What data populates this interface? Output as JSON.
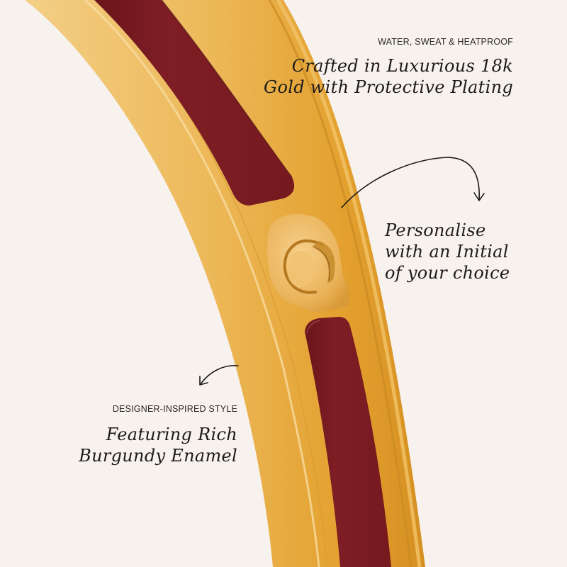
{
  "colors": {
    "background": "#f7f2ee",
    "gold_light": "#f2c97c",
    "gold_mid": "#e8aa3c",
    "gold_dark": "#c9871f",
    "enamel": "#7c1c22",
    "enamel_dark": "#641419",
    "text": "#1d1b1a"
  },
  "callouts": {
    "top": {
      "caption": "WATER, SWEAT & HEATPROOF",
      "line1": "Crafted in Luxurious 18k",
      "line2": "Gold with Protective Plating"
    },
    "middle": {
      "line1": "Personalise",
      "line2": "with an Initial",
      "line3": "of your choice"
    },
    "bottom": {
      "caption": "DESIGNER-INSPIRED STYLE",
      "line1": "Featuring Rich",
      "line2": "Burgundy Enamel"
    }
  },
  "product": {
    "name": "Gold bangle with burgundy enamel",
    "initial_clasp": "C"
  }
}
